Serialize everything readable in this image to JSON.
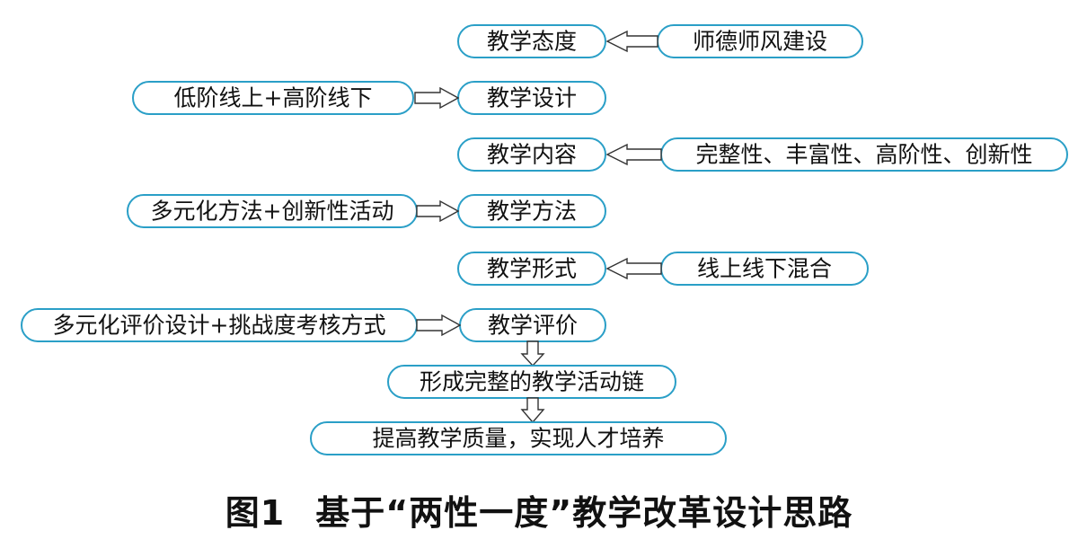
{
  "nodes": {
    "attitude": "教学态度",
    "ethics": "师德师风建设",
    "design": "教学设计",
    "design_source": "低阶线上+高阶线下",
    "content": "教学内容",
    "content_source": "完整性、丰富性、高阶性、创新性",
    "method": "教学方法",
    "method_source": "多元化方法+创新性活动",
    "form": "教学形式",
    "form_source": "线上线下混合",
    "evaluation": "教学评价",
    "evaluation_source": "多元化评价设计+挑战度考核方式",
    "chain": "形成完整的教学活动链",
    "outcome": "提高教学质量，实现人才培养"
  },
  "caption": {
    "label": "图1",
    "title": "基于“两性一度”教学改革设计思路"
  },
  "colors": {
    "node_border": "#2a9fc7",
    "arrow_stroke": "#333333",
    "text": "#111111"
  }
}
